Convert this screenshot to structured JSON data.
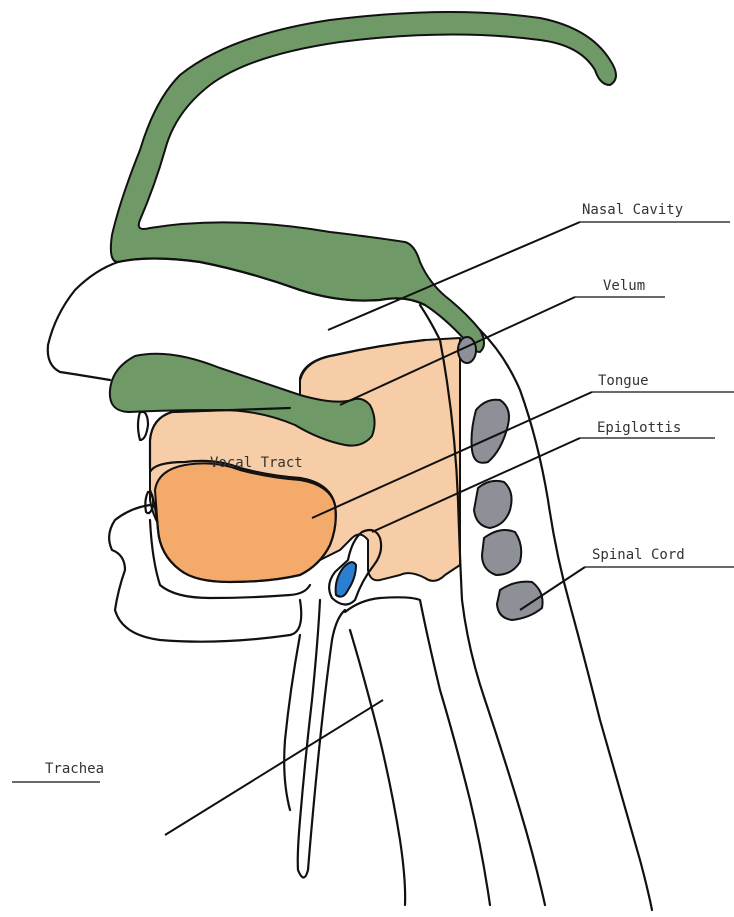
{
  "labels": {
    "nasal_cavity": "Nasal Cavity",
    "velum": "Velum",
    "tongue": "Tongue",
    "epiglottis": "Epiglottis",
    "spinal_cord": "Spinal Cord",
    "trachea": "Trachea",
    "vocal_tract": "Vocal Tract"
  },
  "colors": {
    "skull_bone": "#6f9a67",
    "vocal_tract_fill": "#f6cda7",
    "tongue_fill": "#f3aa6a",
    "vertebra_fill": "#8e9097",
    "epiglottis_fill": "#2a7fd0",
    "outline": "#111111",
    "background": "#ffffff"
  }
}
